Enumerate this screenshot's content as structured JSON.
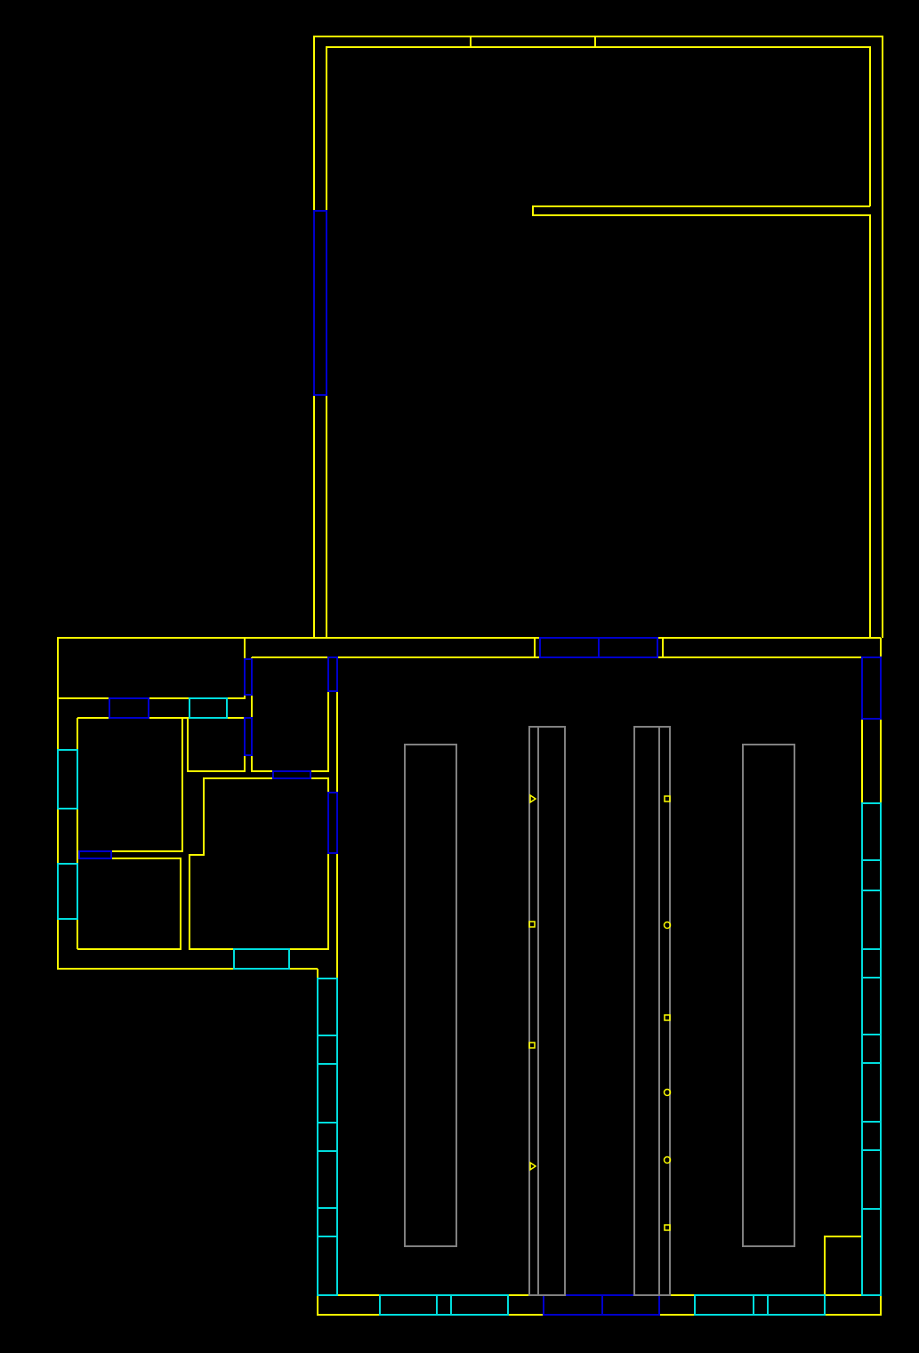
{
  "title": "",
  "colors": {
    "background": "#000000",
    "wall": "#ffff00",
    "door": "#0000cc",
    "window": "#00dddd",
    "fixture": "#808080",
    "marker": "#ffff00"
  },
  "legend_visible": false,
  "counts": {
    "doors": 15,
    "windows": 26,
    "fixtures": 4,
    "markers": 10
  }
}
